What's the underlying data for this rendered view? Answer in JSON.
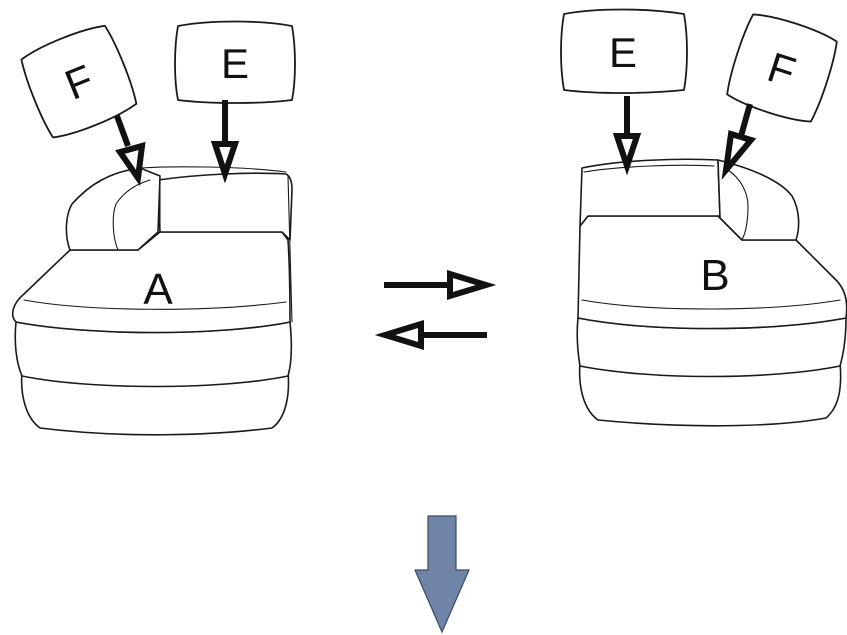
{
  "labels": {
    "module_left": "A",
    "module_right": "B",
    "cushion_back": "E",
    "cushion_side": "F"
  },
  "colors": {
    "outline": "#1a1a1a",
    "down_arrow_fill": "#6f84a6",
    "background": "#ffffff"
  },
  "icons": {
    "swap": "swap-arrows-icon",
    "next_step": "down-arrow-icon"
  }
}
